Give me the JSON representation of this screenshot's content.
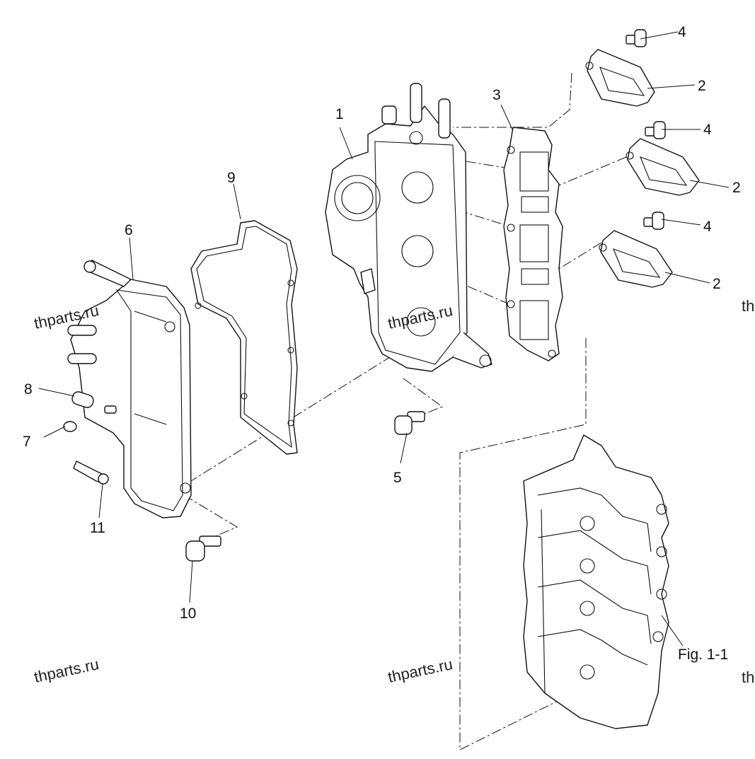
{
  "callouts": {
    "c1": "1",
    "c2a": "2",
    "c2b": "2",
    "c2c": "2",
    "c3": "3",
    "c4a": "4",
    "c4b": "4",
    "c4c": "4",
    "c5": "5",
    "c6": "6",
    "c7": "7",
    "c8": "8",
    "c9": "9",
    "c10": "10",
    "c11": "11"
  },
  "figure_ref": "Fig. 1-1",
  "watermarks": [
    "thparts.ru",
    "thparts.ru",
    "thparts.ru",
    "thparts.ru"
  ],
  "watermark_edge": [
    "th",
    "th"
  ]
}
